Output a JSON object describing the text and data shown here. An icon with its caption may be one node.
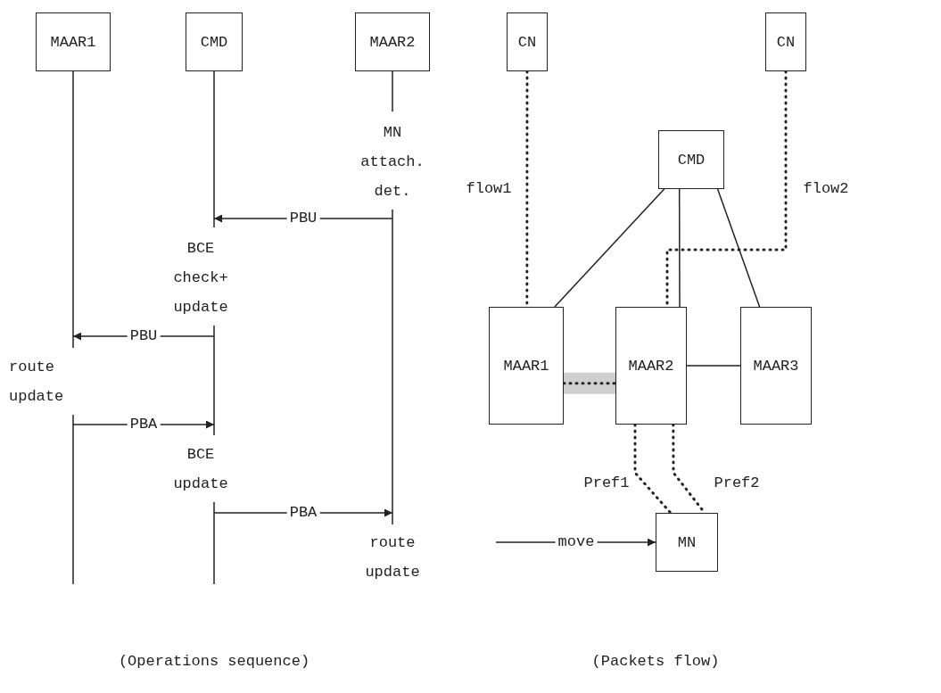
{
  "diagram": {
    "nodes": [
      {
        "text": [
          "MAAR1"
        ]
      },
      {
        "text": [
          "CMD"
        ]
      },
      {
        "text": [
          "MAAR2"
        ]
      },
      {
        "text": [
          "CN"
        ]
      },
      {
        "text": [
          "CN"
        ]
      },
      {
        "text": [
          "CMD"
        ]
      },
      {
        "text": [
          "MAAR1"
        ]
      },
      {
        "text": [
          "MAAR2"
        ]
      },
      {
        "text": [
          "MAAR3"
        ]
      },
      {
        "text": [
          "MN"
        ]
      }
    ],
    "edges": [
      {
        "from": 2,
        "to": 1,
        "arrow": "to",
        "label": "PBU"
      },
      {
        "from": 1,
        "to": 0,
        "arrow": "to",
        "label": "PBU"
      },
      {
        "from": 0,
        "to": 1,
        "arrow": "to",
        "label": "PBA"
      },
      {
        "from": 1,
        "to": 2,
        "arrow": "to",
        "label": "PBA"
      },
      {
        "from": 5,
        "to": 6,
        "arrow": "none"
      },
      {
        "from": 5,
        "to": 7,
        "arrow": "none"
      },
      {
        "from": 5,
        "to": 8,
        "arrow": "none"
      },
      {
        "from": 7,
        "to": 8,
        "arrow": "none"
      },
      {
        "from": 6,
        "to": 7,
        "arrow": "none",
        "style": "thick",
        "color": "#cfcfcf"
      },
      {
        "from": 3,
        "to": 6,
        "arrow": "none",
        "style": "dashed",
        "label": "flow1"
      },
      {
        "from": 6,
        "to": 7,
        "arrow": "none",
        "style": "dashed"
      },
      {
        "from": 7,
        "to": 9,
        "arrow": "none",
        "style": "dashed",
        "label": "Pref1"
      },
      {
        "from": 4,
        "to": 7,
        "arrow": "none",
        "style": "dashed",
        "label": "flow2"
      },
      {
        "from": 7,
        "to": 9,
        "arrow": "none",
        "style": "dashed",
        "label": "Pref2"
      },
      {
        "from": null,
        "to": 9,
        "arrow": "to",
        "label": "move"
      }
    ],
    "labels": [
      "MN attach. det.",
      "BCE check+ update",
      "route update",
      "BCE update",
      "route update",
      "(Operations sequence)",
      "(Packets flow)"
    ]
  }
}
